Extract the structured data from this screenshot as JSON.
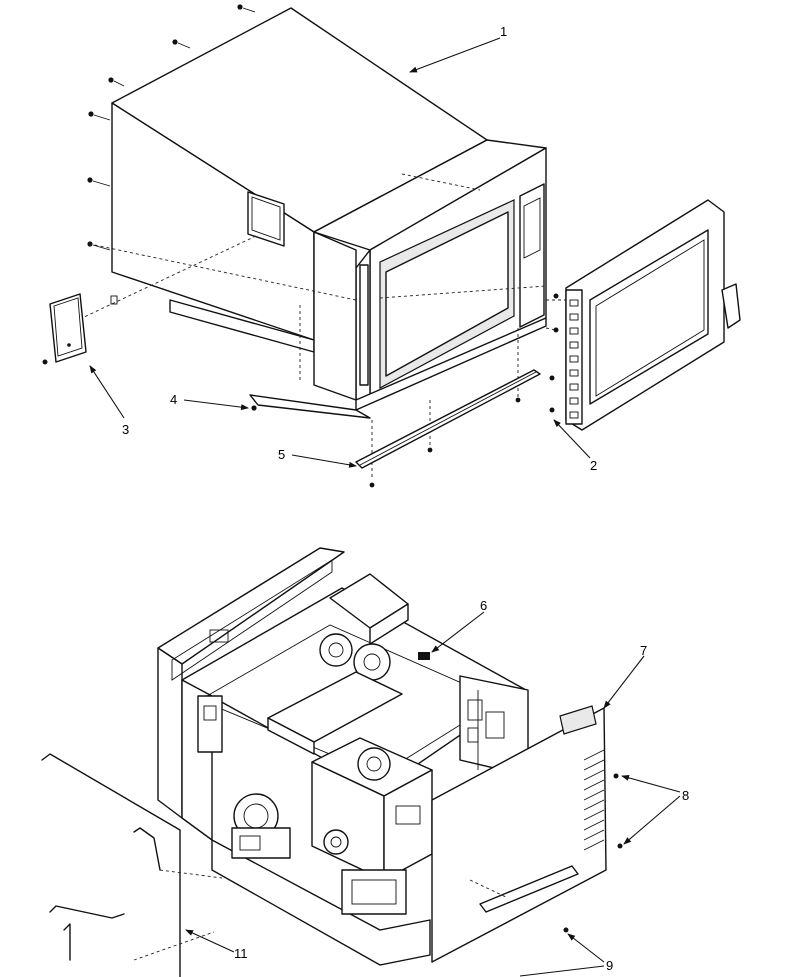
{
  "callouts": {
    "c1": "1",
    "c2": "2",
    "c3": "3",
    "c4": "4",
    "c5": "5",
    "c6": "6",
    "c7": "7",
    "c8": "8",
    "c9": "9",
    "c11": "11"
  }
}
